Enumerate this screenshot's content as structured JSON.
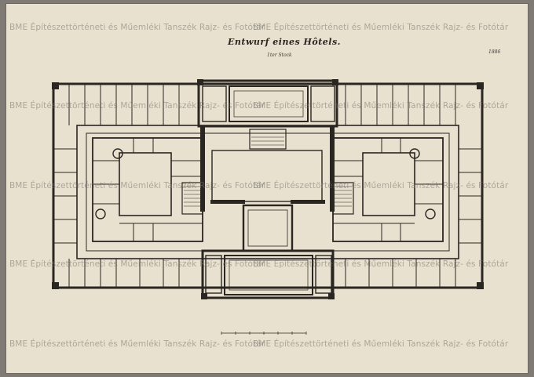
{
  "watermark": "BME Építészettörténeti és Műemléki Tanszék Rajz- és Fotótár",
  "drawing": {
    "title": "Entwurf eines Hôtels.",
    "level": "1ter Stock",
    "sheet_no": "1886"
  },
  "colors": {
    "paper": "#e9e1cf",
    "ink": "#2a2622",
    "background": "#7f7b74"
  }
}
